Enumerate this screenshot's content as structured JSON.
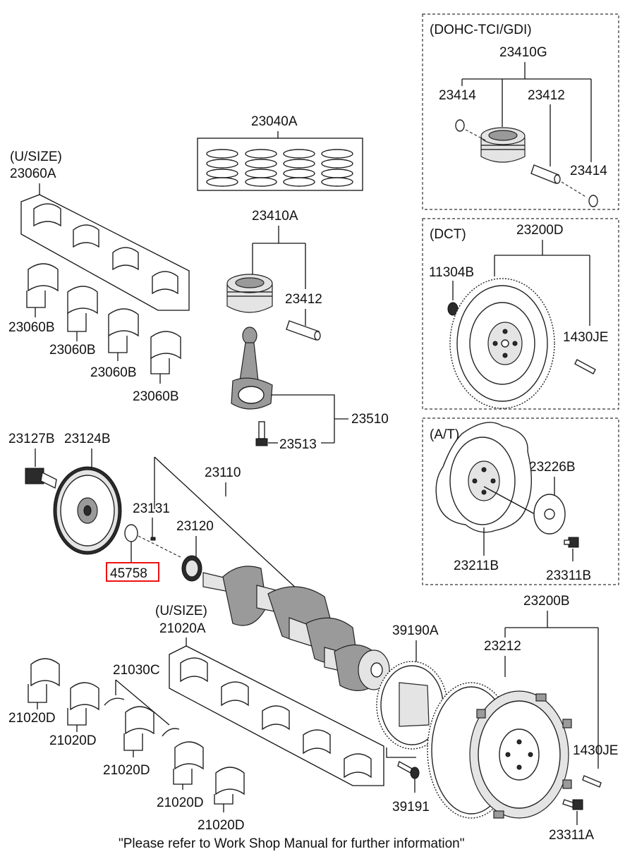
{
  "labels": {
    "dohc": "(DOHC-TCI/GDI)",
    "p23410G": "23410G",
    "p23414_a": "23414",
    "p23412_a": "23412",
    "p23414_b": "23414",
    "dct": "(DCT)",
    "p23200D": "23200D",
    "p11304B": "11304B",
    "p1430JE_a": "1430JE",
    "at": "(A/T)",
    "p23226B": "23226B",
    "p23211B": "23211B",
    "p23311B": "23311B",
    "p23040A": "23040A",
    "usize_a": "(U/SIZE)",
    "p23060A": "23060A",
    "p23060B_1": "23060B",
    "p23060B_2": "23060B",
    "p23060B_3": "23060B",
    "p23060B_4": "23060B",
    "p23410A": "23410A",
    "p23412_b": "23412",
    "p23510": "23510",
    "p23513": "23513",
    "p23127B": "23127B",
    "p23124B": "23124B",
    "p23110": "23110",
    "p23131": "23131",
    "p23120": "23120",
    "p45758": "45758",
    "usize_b": "(U/SIZE)",
    "p21020A": "21020A",
    "p21030C": "21030C",
    "p21020D_1": "21020D",
    "p21020D_2": "21020D",
    "p21020D_3": "21020D",
    "p21020D_4": "21020D",
    "p21020D_5": "21020D",
    "p39190A": "39190A",
    "p39191": "39191",
    "p23200B": "23200B",
    "p23212": "23212",
    "p1430JE_b": "1430JE",
    "p23311A": "23311A"
  },
  "footer_note": "\"Please refer to Work Shop Manual for further information\"",
  "highlight_color": "#e11111"
}
